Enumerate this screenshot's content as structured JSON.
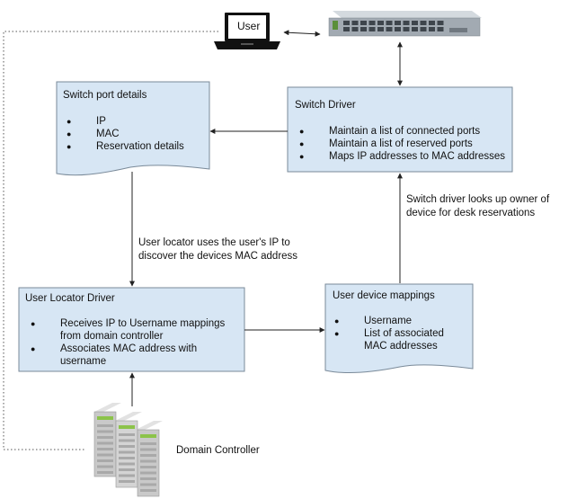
{
  "user": {
    "label": "User"
  },
  "switch_port_details": {
    "title": "Switch port details",
    "items": [
      "IP",
      "MAC",
      "Reservation details"
    ]
  },
  "switch_driver": {
    "title": "Switch Driver",
    "items": [
      "Maintain a list of connected ports",
      "Maintain a list of reserved ports",
      "Maps IP addresses to MAC addresses"
    ]
  },
  "user_locator_driver": {
    "title": "User Locator Driver",
    "items": [
      "Receives IP to Username mappings from domain controller",
      "Associates MAC address with username"
    ]
  },
  "user_device_mappings": {
    "title": "User device mappings",
    "items": [
      "Username",
      "List of associated MAC addresses"
    ]
  },
  "notes": {
    "locator": [
      "User locator uses the user's IP to",
      "discover the devices MAC address"
    ],
    "lookup": [
      "Switch driver looks up owner of",
      "device for desk reservations"
    ]
  },
  "domain_controller": {
    "label": "Domain Controller"
  },
  "colors": {
    "box_fill": "#d7e6f4",
    "box_stroke": "#7a8a99",
    "line": "#222222"
  }
}
